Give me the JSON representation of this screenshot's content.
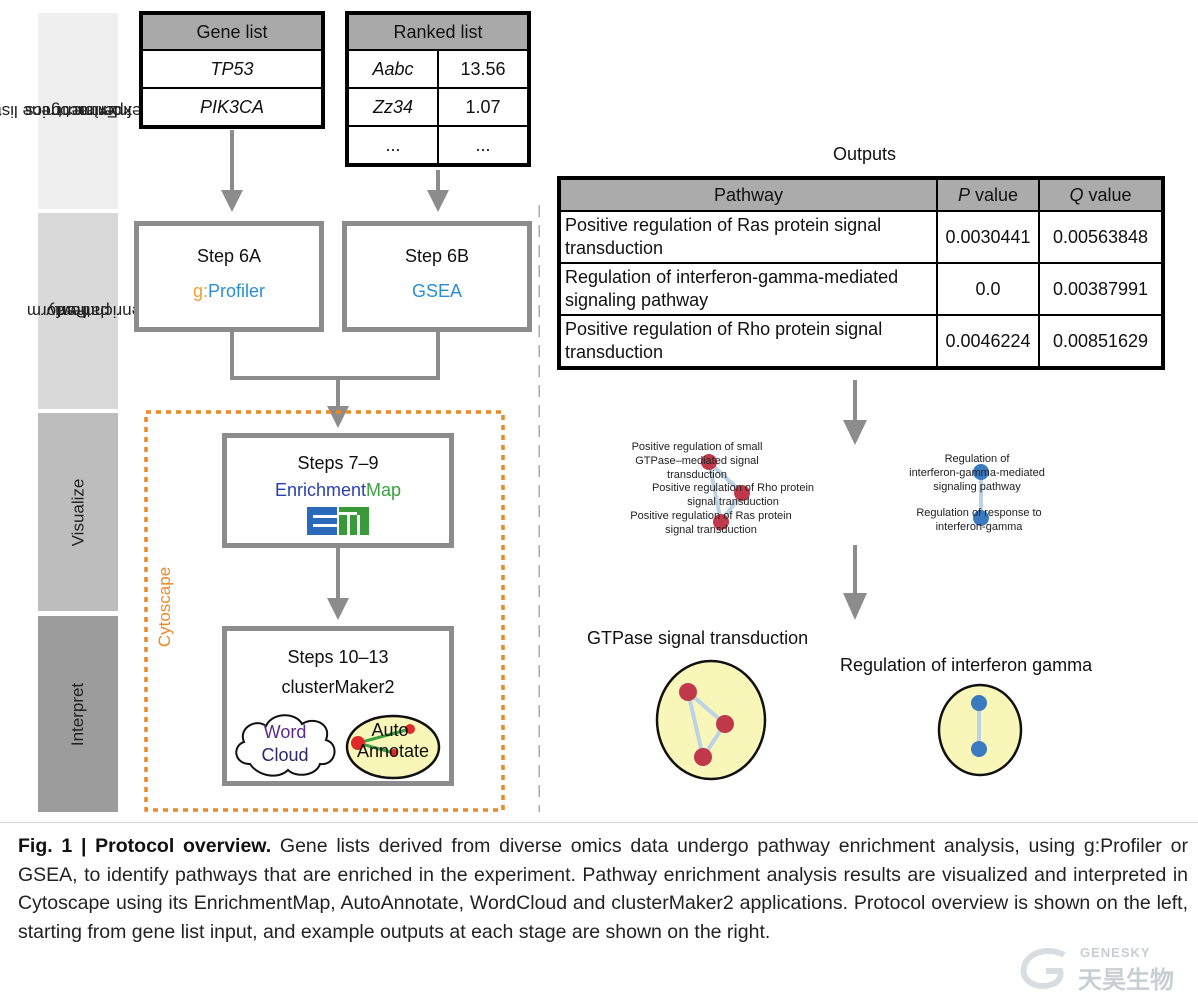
{
  "stages": [
    {
      "label_lines": [
        "Extract gene list",
        "from an omics",
        "experiment"
      ]
    },
    {
      "label_lines": [
        "Perform",
        "pathway",
        "enrichment"
      ]
    },
    {
      "label_lines": [
        "Visualize"
      ]
    },
    {
      "label_lines": [
        "Interpret"
      ]
    }
  ],
  "gene_list": {
    "header": "Gene list",
    "rows": [
      "TP53",
      "PIK3CA"
    ]
  },
  "ranked_list": {
    "header": "Ranked list",
    "rows": [
      [
        "Aabc",
        "13.56"
      ],
      [
        "Zz34",
        "1.07"
      ],
      [
        "...",
        "..."
      ]
    ]
  },
  "step6a": {
    "title": "Step 6A",
    "tool_prefix": "g:",
    "tool_rest": "Profiler"
  },
  "step6b": {
    "title": "Step 6B",
    "tool": "GSEA"
  },
  "cytoscape_label": "Cytoscape",
  "step7": {
    "title": "Steps 7–9",
    "tool_part1": "Enrichment",
    "tool_part2": "Map"
  },
  "step10": {
    "title": "Steps 10–13",
    "tool": "clusterMaker2",
    "wordcloud_line1": "Word",
    "wordcloud_line2": "Cloud",
    "autoannotate_line1": "Auto",
    "autoannotate_line2": "Annotate"
  },
  "outputs": {
    "title": "Outputs",
    "headers": {
      "pathway": "Pathway",
      "p_italic": "P",
      "p_rest": " value",
      "q_italic": "Q",
      "q_rest": " value"
    },
    "rows": [
      {
        "pathway": "Positive regulation of Ras protein signal transduction",
        "p": "0.0030441",
        "q": "0.00563848"
      },
      {
        "pathway": "Regulation of interferon-gamma-mediated signaling pathway",
        "p": "0.0",
        "q": "0.00387991"
      },
      {
        "pathway": "Positive regulation of Rho protein signal transduction",
        "p": "0.0046224",
        "q": "0.00851629"
      }
    ]
  },
  "network_labels": {
    "red1": [
      "Positive regulation of small",
      "GTPase–mediated signal",
      "transduction"
    ],
    "red2": [
      "Positive regulation of Rho protein",
      "signal transduction"
    ],
    "red3": [
      "Positive regulation of Ras protein",
      "signal transduction"
    ],
    "blue1": [
      "Regulation of",
      "interferon-gamma-mediated",
      "signaling pathway"
    ],
    "blue2": [
      "Regulation of response to",
      "interferon-gamma"
    ]
  },
  "clusters": {
    "gtpase": "GTPase signal transduction",
    "interferon": "Regulation of interferon gamma"
  },
  "caption": {
    "fig": "Fig. 1 | Protocol overview.",
    "text": " Gene lists derived from diverse omics data undergo pathway enrichment analysis, using g:Profiler or GSEA, to identify pathways that are enriched in the experiment. Pathway enrichment analysis results are visualized and interpreted in Cytoscape using its EnrichmentMap, AutoAnnotate, WordCloud and clusterMaker2 applications. Protocol overview is shown on the left, starting from gene list input, and example outputs at each stage are shown on the right."
  },
  "watermark": {
    "brand": "GENESKY",
    "cn": "天昊生物"
  },
  "colors": {
    "gprofiler_g": "#f0a030",
    "gprofiler_rest": "#2a8fd0",
    "gsea": "#2a8fd0",
    "enrichment": "#2a3fb0",
    "map": "#3aa040",
    "cytoscape_orange": "#e8892a",
    "wordcloud": "#5a2a8a",
    "node_red": "#c0394a",
    "node_blue": "#3a7ac0",
    "cluster_fill": "#f8f6b8"
  }
}
